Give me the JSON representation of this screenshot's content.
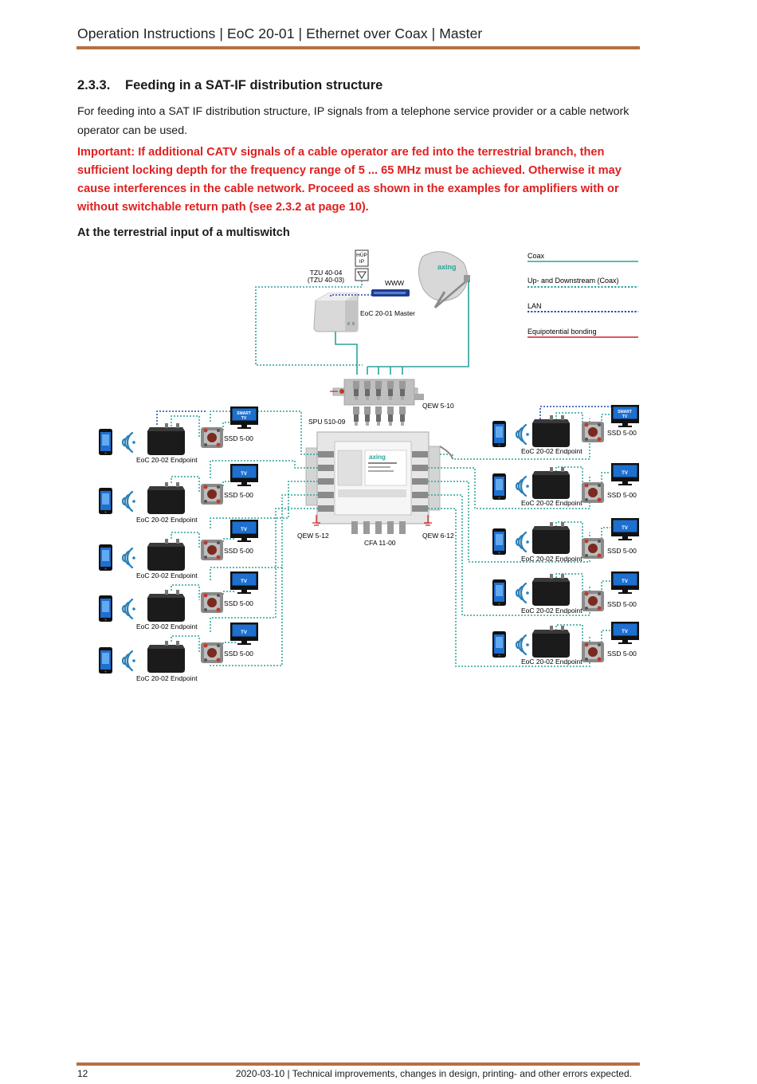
{
  "header": {
    "title": "Operation Instructions | EoC 20-01 | Ethernet over Coax | Master"
  },
  "section": {
    "number": "2.3.3.",
    "title": "Feeding in a SAT-IF distribution structure",
    "intro": "For feeding into a SAT IF distribution structure, IP signals from a telephone service provider or a cable network operator can be used.",
    "important": "Important: If additional CATV signals of a cable operator are fed into the terrestrial branch, then sufficient locking depth for the frequency range of 5 ... 65 MHz must be achieved. Otherwise it may cause interferences in the cable network. Proceed as shown in the examples for amplifiers with or without switchable return path (see 2.3.2 at page 10).",
    "subheading": "At the terrestrial input of a multiswitch"
  },
  "diagram": {
    "legend": [
      {
        "label": "Coax",
        "style": "solid",
        "color": "#2aa39a"
      },
      {
        "label": "Up- and Downstream (Coax)",
        "style": "dotted",
        "color": "#2aa39a"
      },
      {
        "label": "LAN",
        "style": "dotted",
        "color": "#1f4aa8"
      },
      {
        "label": "Equipotential bonding",
        "style": "solid",
        "color": "#d0202a"
      }
    ],
    "tzu_label_1": "TZU 40-04",
    "tzu_label_2": "(TZU 40-03)",
    "wall_box_text": "HÜP",
    "wall_box_text_2": "IP",
    "www_label": "WWW",
    "master_label": "EoC 20-01 Master",
    "dish_brand": "axing",
    "qew_top": "QEW 5-10",
    "spu_label": "SPU 510-09",
    "qew_left": "QEW 5-12",
    "cfa_label": "CFA 11-00",
    "qew_right": "QEW 6-12",
    "switch_brand": "axing",
    "endpoint_label": "EoC 20-02 Endpoint",
    "ssd_label": "SSD 5-00",
    "tv_label": "TV",
    "smart_tv_label_1": "SMART",
    "smart_tv_label_2": "TV"
  },
  "footer": {
    "page": "12",
    "note": "2020-03-10 | Technical improvements, changes in design, printing- and other errors expected."
  },
  "colors": {
    "accent_rule": "#b5703f",
    "important": "#e02020",
    "coax": "#2aa39a",
    "lan": "#1f4aa8",
    "bonding": "#d0202a"
  }
}
